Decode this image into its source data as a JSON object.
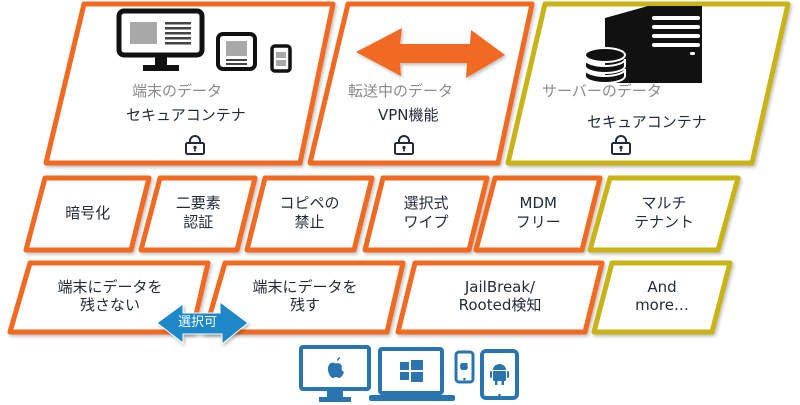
{
  "colors": {
    "orange": "#f26a21",
    "olive": "#c8b414",
    "blue": "#1e88c8",
    "device_blue": "#2a74b0",
    "text_dark": "#1f2a3a",
    "text_gray": "#8a8a8a",
    "icon_black": "#111111"
  },
  "top_row": [
    {
      "id": "device-data",
      "title": "端末のデータ",
      "subtitle": "セキュアコンテナ",
      "icon": "devices-icon",
      "border": "orange",
      "lock": true
    },
    {
      "id": "transit-data",
      "title": "転送中のデータ",
      "subtitle": "VPN機能",
      "icon": "double-arrow-icon",
      "border": "orange",
      "lock": true
    },
    {
      "id": "server-data",
      "title": "サーバーのデータ",
      "subtitle": "セキュアコンテナ",
      "icon": "server-database-icon",
      "border": "olive",
      "lock": true
    }
  ],
  "middle_row": [
    {
      "line1": "暗号化",
      "line2": "",
      "border": "orange"
    },
    {
      "line1": "二要素",
      "line2": "認証",
      "border": "orange"
    },
    {
      "line1": "コピペの",
      "line2": "禁止",
      "border": "orange"
    },
    {
      "line1": "選択式",
      "line2": "ワイプ",
      "border": "orange"
    },
    {
      "line1": "MDM",
      "line2": "フリー",
      "border": "orange"
    },
    {
      "line1": "マルチ",
      "line2": "テナント",
      "border": "olive"
    }
  ],
  "bottom_row": [
    {
      "line1": "端末にデータを",
      "line2": "残さない",
      "border": "orange"
    },
    {
      "line1": "端末にデータを",
      "line2": "残す",
      "border": "orange"
    },
    {
      "line1": "JailBreak/",
      "line2": "Rooted検知",
      "border": "orange"
    },
    {
      "line1": "And",
      "line2": "more…",
      "border": "olive"
    }
  ],
  "choice_arrow": {
    "label": "選択可"
  },
  "platforms": [
    {
      "device": "desktop",
      "os": "apple-icon"
    },
    {
      "device": "laptop",
      "os": "windows-icon"
    },
    {
      "device": "phone",
      "os": "apple-icon"
    },
    {
      "device": "tablet",
      "os": "android-icon"
    }
  ]
}
